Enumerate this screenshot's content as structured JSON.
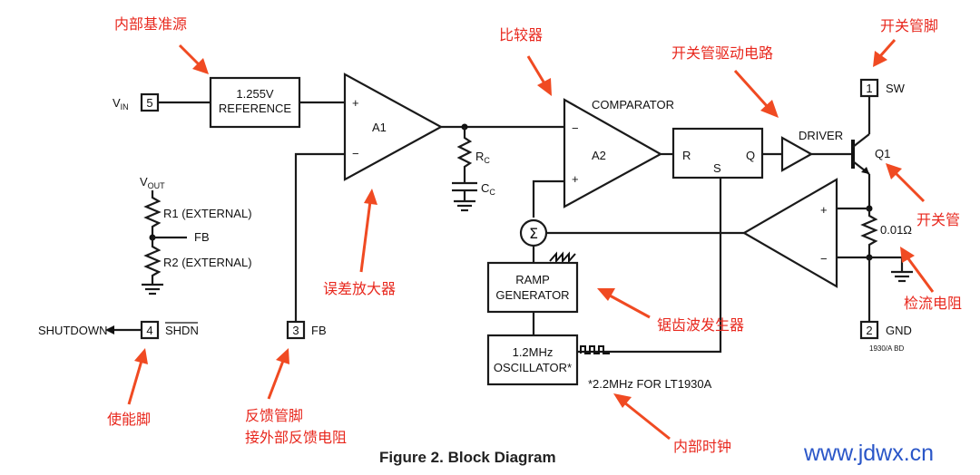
{
  "pins": {
    "vin_num": "5",
    "vin_label_main": "V",
    "vin_label_sub": "IN",
    "sw_num": "1",
    "sw_label": "SW",
    "gnd_num": "2",
    "gnd_label": "GND",
    "fb_num": "3",
    "fb_label": "FB",
    "shdn_num": "4",
    "shdn_label": "SHDN",
    "shutdown_label": "SHUTDOWN"
  },
  "blocks": {
    "reference_line1": "1.255V",
    "reference_line2": "REFERENCE",
    "a1_label": "A1",
    "a1_plus": "+",
    "a1_minus": "−",
    "comparator_label": "COMPARATOR",
    "a2_label": "A2",
    "a2_minus": "−",
    "a2_plus": "+",
    "latch_r": "R",
    "latch_s": "S",
    "latch_q": "Q",
    "driver_label": "DRIVER",
    "q1_label": "Q1",
    "sense_plus": "+",
    "sense_minus": "−",
    "sense_res_label": "0.01Ω",
    "sum_symbol": "Σ",
    "ramp_line1": "RAMP",
    "ramp_line2": "GENERATOR",
    "osc_line1": "1.2MHz",
    "osc_line2": "OSCILLATOR*",
    "osc_note": "*2.2MHz FOR LT1930A",
    "rc_main": "R",
    "rc_sub": "C",
    "cc_main": "C",
    "cc_sub": "C",
    "vout_main": "V",
    "vout_sub": "OUT",
    "r1_label": "R1 (EXTERNAL)",
    "r2_label": "R2 (EXTERNAL)",
    "divider_fb": "FB",
    "drawing_code": "1930/A BD"
  },
  "annotations": {
    "internal_reference": "内部基准源",
    "comparator": "比较器",
    "switch_driver": "开关管驱动电路",
    "switch_pin": "开关管脚",
    "switch_transistor": "开关管",
    "error_amp": "误差放大器",
    "sense_resistor": "检流电阻",
    "ramp_gen": "锯齿波发生器",
    "enable_pin": "使能脚",
    "feedback_line1": "反馈管脚",
    "feedback_line2": "接外部反馈电阻",
    "internal_clock": "内部时钟"
  },
  "caption": "Figure 2. Block Diagram",
  "watermark": "www.jdwx.cn",
  "colors": {
    "annotation_red": "#e8281e",
    "arrow_orange": "#f04a22",
    "watermark_blue": "#2a56c8"
  }
}
